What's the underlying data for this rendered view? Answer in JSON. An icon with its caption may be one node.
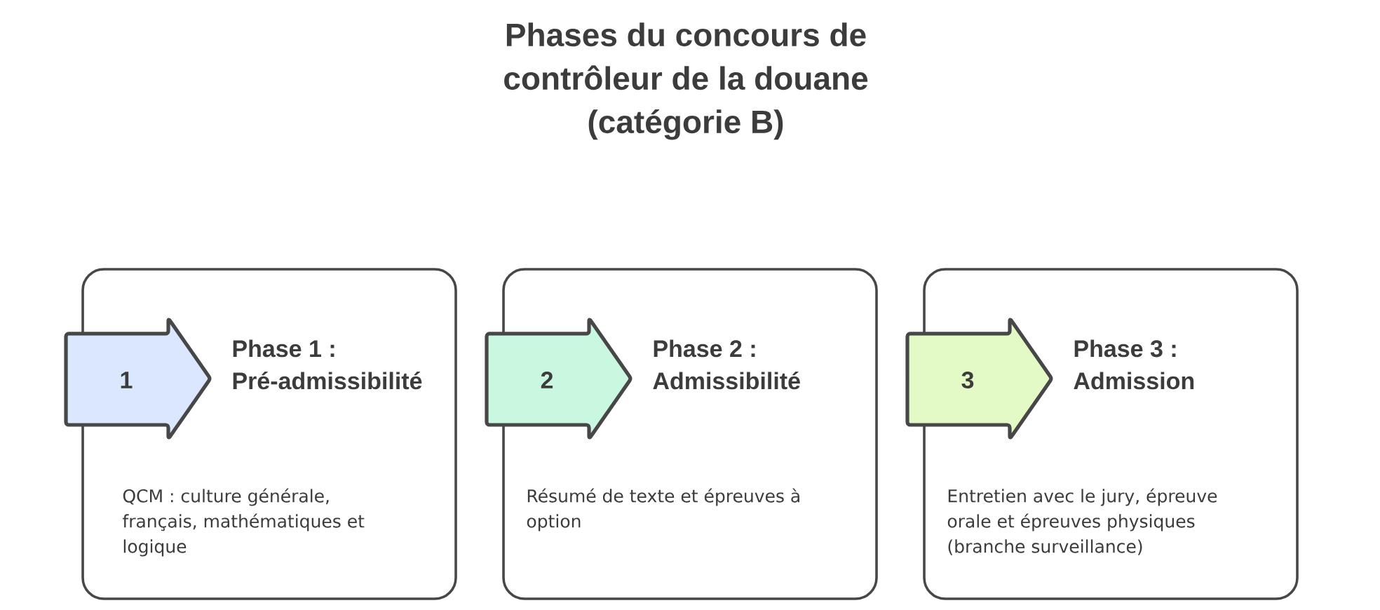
{
  "diagram": {
    "title": "Phases du concours de contrôleur de la douane (catégorie B)",
    "nodes": [
      {
        "text": [
          "Phase 1 : Pré-admissibilité",
          "QCM : culture générale, français, mathématiques et logique"
        ]
      },
      {
        "text": [
          "1"
        ]
      },
      {
        "text": [
          "Phase 2 : Admissibilité",
          "Résumé de texte et épreuves à option"
        ]
      },
      {
        "text": [
          "2"
        ]
      },
      {
        "text": [
          "Phase 3 : Admission",
          "Entretien avec le jury, épreuve orale et épreuves physiques (branche surveillance)"
        ]
      },
      {
        "text": [
          "3"
        ]
      }
    ]
  }
}
